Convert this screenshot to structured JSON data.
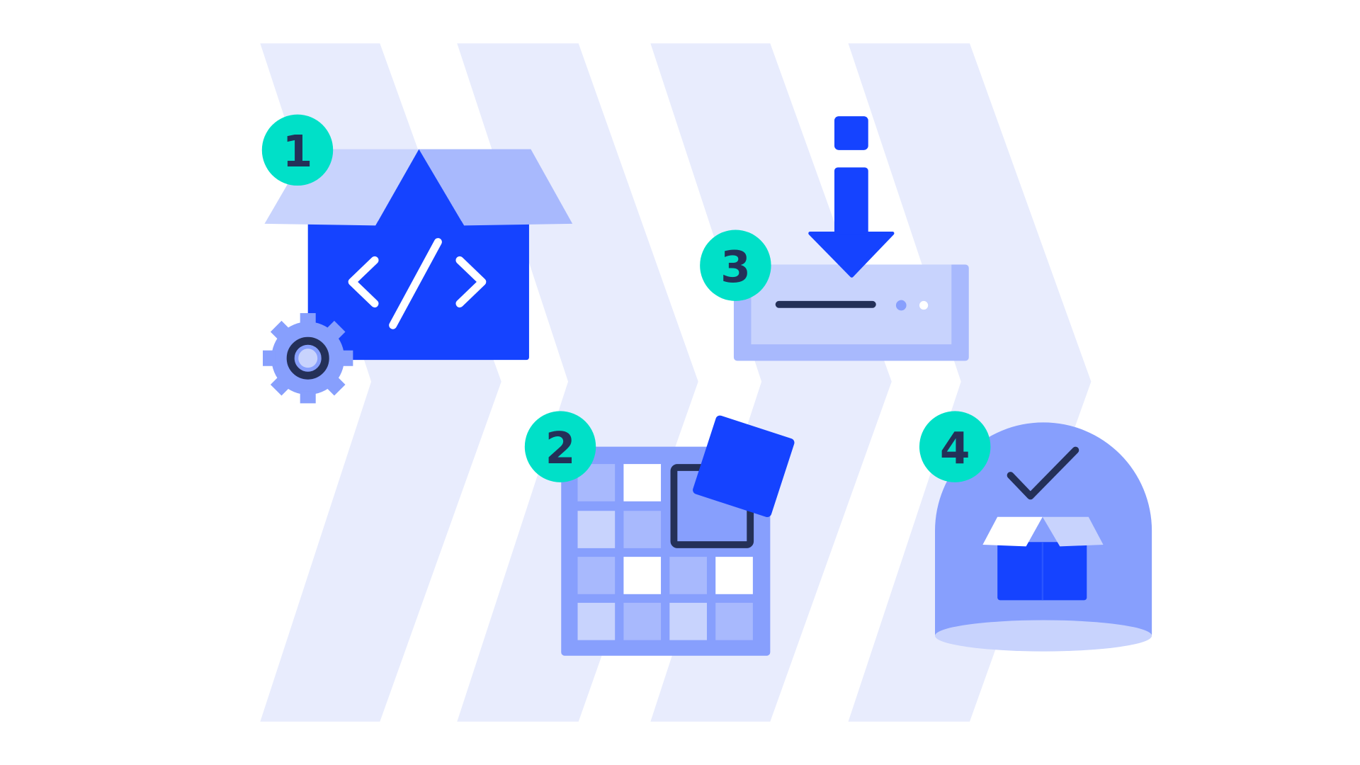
{
  "steps": [
    {
      "number": "1",
      "icon": "code-box-icon"
    },
    {
      "number": "2",
      "icon": "grid-icon"
    },
    {
      "number": "3",
      "icon": "download-server-icon"
    },
    {
      "number": "4",
      "icon": "deployed-package-icon"
    }
  ],
  "colors": {
    "chevron": "#e8ecfd",
    "primary": "#1543ff",
    "light": "#c8d3fd",
    "medium": "#a8b9fd",
    "mid": "#879ffd",
    "badge": "#00e0c8",
    "dark": "#243058"
  }
}
